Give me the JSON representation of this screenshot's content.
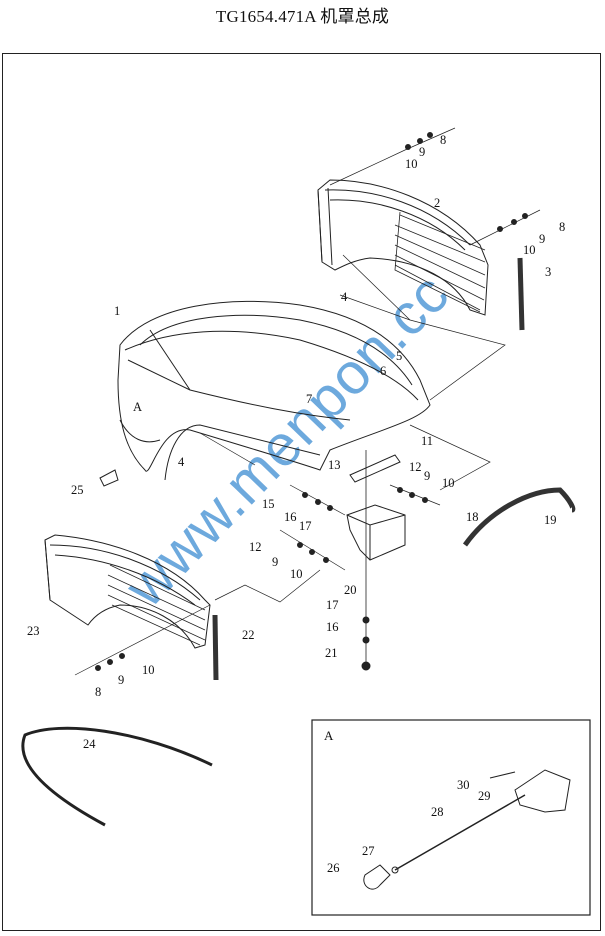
{
  "title": "TG1654.471A  机罩总成",
  "watermark": "www.menpon.cc",
  "detail_view": {
    "label": "A"
  },
  "callouts": [
    "8",
    "9",
    "10",
    "2",
    "8",
    "9",
    "10",
    "3",
    "4",
    "1",
    "5",
    "6",
    "7",
    "A",
    "11",
    "13",
    "12",
    "9",
    "10",
    "4",
    "25",
    "15",
    "16",
    "17",
    "18",
    "19",
    "12",
    "9",
    "10",
    "20",
    "17",
    "16",
    "21",
    "23",
    "22",
    "10",
    "9",
    "8",
    "24",
    "30",
    "29",
    "28",
    "27",
    "26"
  ],
  "colors": {
    "line": "#222222",
    "watermark": "#3c8cd2"
  }
}
